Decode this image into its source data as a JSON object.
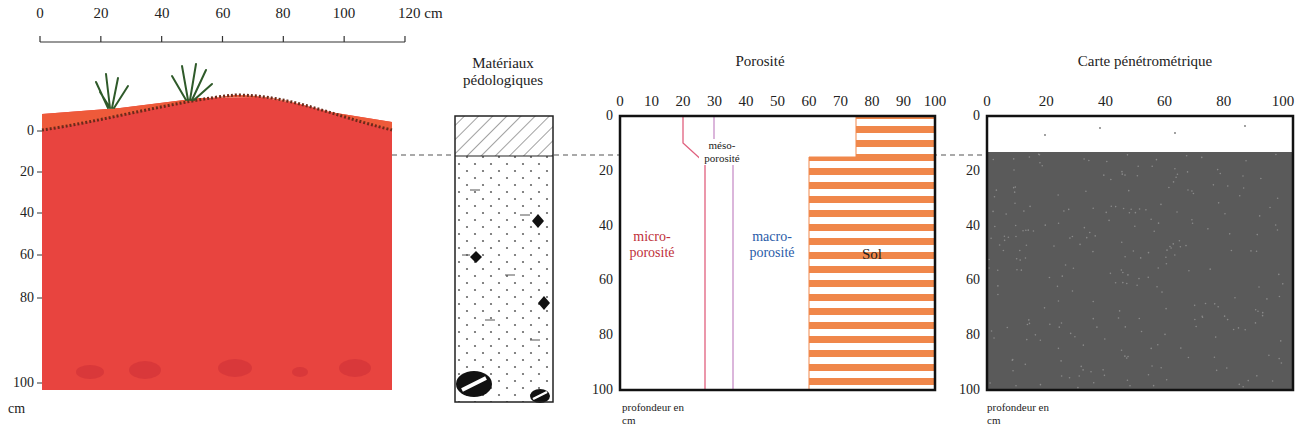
{
  "diagram": {
    "nodes": [
      {
        "text": [
          "Sol"
        ]
      }
    ],
    "labels": [
      "0",
      "20",
      "40",
      "60",
      "80",
      "100",
      "120 cm",
      "0",
      "20",
      "40",
      "60",
      "80",
      "100",
      "cm",
      "Matériaux pédologiques",
      "Porosité",
      "0",
      "10",
      "20",
      "30",
      "40",
      "50",
      "60",
      "70",
      "80",
      "90",
      "100",
      "0",
      "20",
      "40",
      "60",
      "80",
      "100",
      "micro-porosité",
      "méso-porosité",
      "macro-porosité",
      "profondeur en cm",
      "Carte pénétrométrique",
      "0",
      "20",
      "40",
      "60",
      "80",
      "100",
      "0",
      "20",
      "40",
      "60",
      "80",
      "100",
      "profondeur en cm"
    ]
  }
}
